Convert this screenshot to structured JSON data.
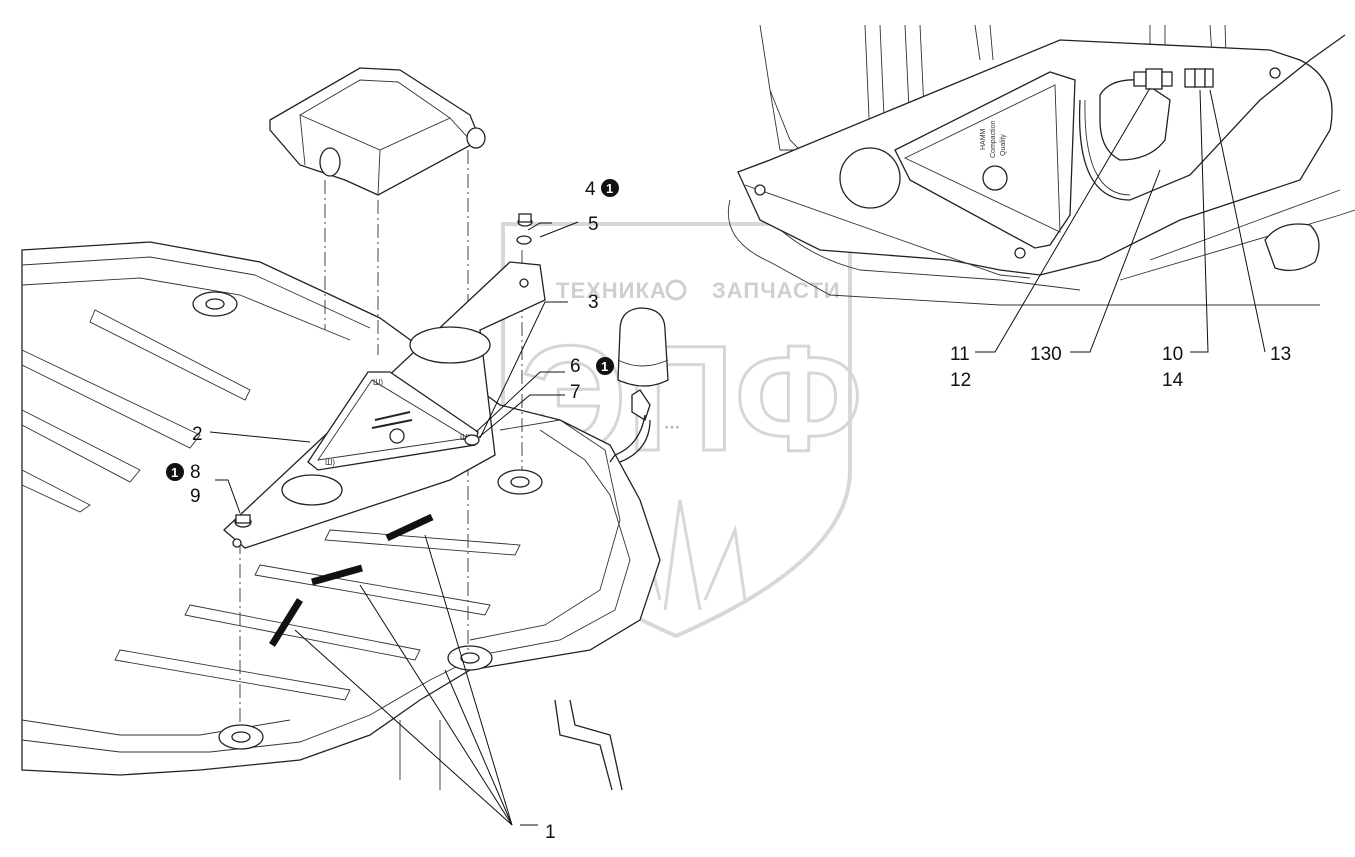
{
  "watermark": {
    "left_word": "ТЕХНИКА",
    "right_word": "ЗАПЧАСТИ",
    "monogram": "ЭПФ"
  },
  "callouts": {
    "c1": "1",
    "c2": "2",
    "c3": "3",
    "c4": "4",
    "c5": "5",
    "c6": "6",
    "c7": "7",
    "c8": "8",
    "c9": "9",
    "c10": "10",
    "c11": "11",
    "c12": "12",
    "c13": "13",
    "c14": "14",
    "c130": "130"
  },
  "badges": {
    "b4": "1",
    "b6": "1",
    "b8": "1"
  },
  "plate_text": {
    "line1": "HAMM",
    "line2": "Compaction",
    "line3": "Quality"
  }
}
